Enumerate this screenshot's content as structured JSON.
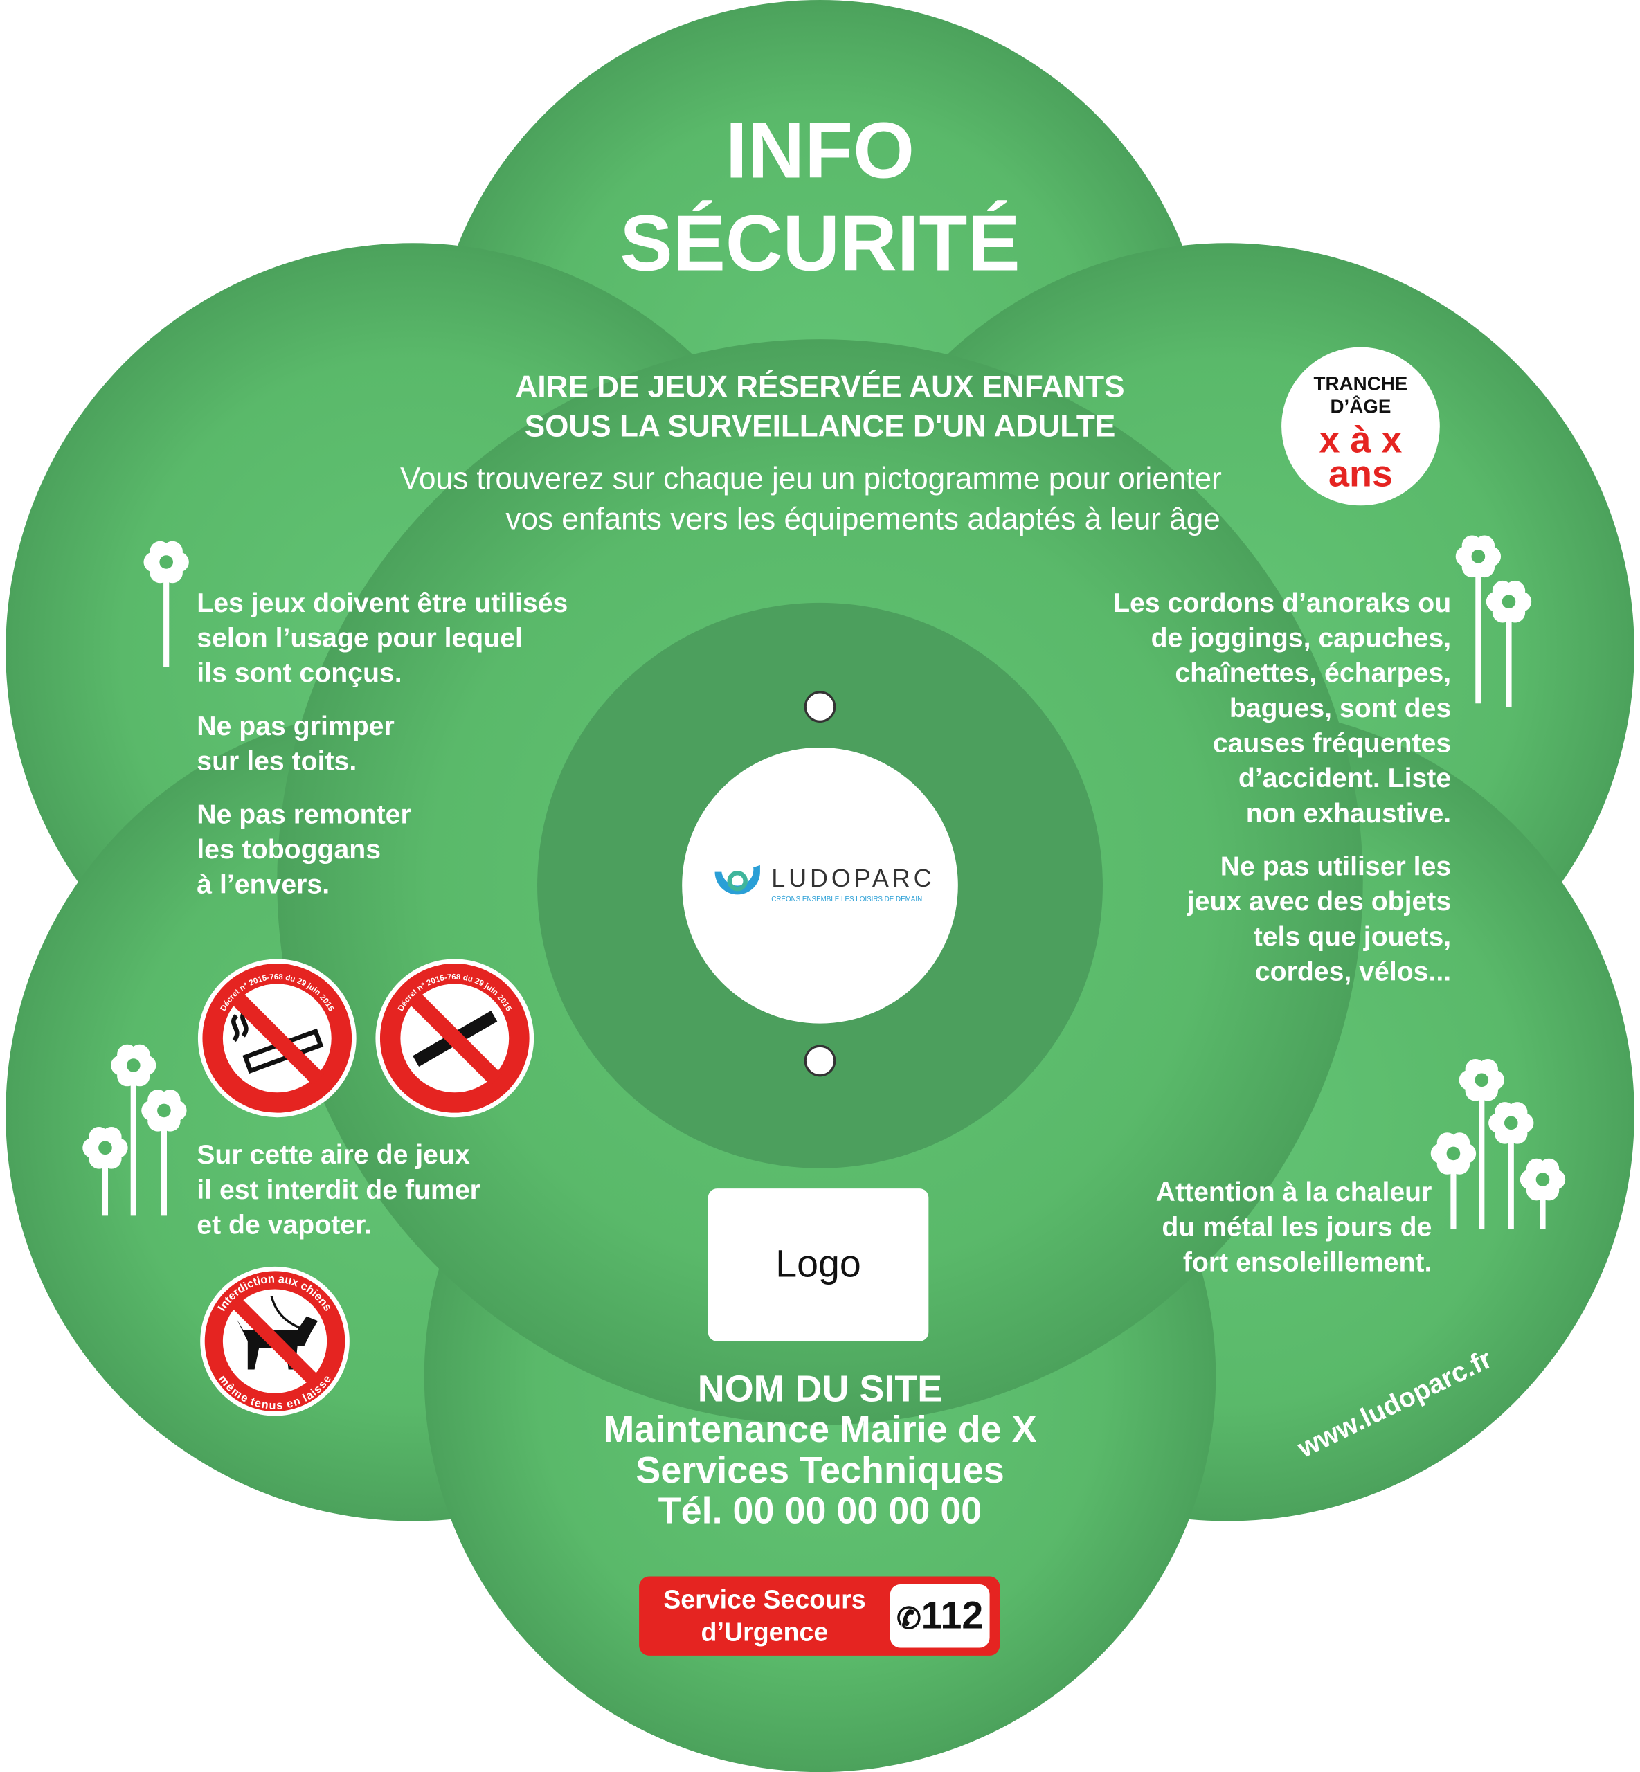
{
  "title": {
    "line1": "INFO",
    "line2": "SÉCURITÉ"
  },
  "subtitle": {
    "line1": "AIRE DE JEUX RÉSERVÉE AUX ENFANTS",
    "line2": "SOUS LA SURVEILLANCE D'UN ADULTE"
  },
  "intro": {
    "line1": "Vous  trouverez  sur chaque jeu un pictogramme pour orienter",
    "line2": "vos enfants vers les équipements adaptés à leur âge"
  },
  "age_badge": {
    "label1": "TRANCHE",
    "label2": "D’ÂGE",
    "value1": "x à x",
    "value2": "ans"
  },
  "left_rules": [
    [
      "Les jeux doivent être utilisés",
      "selon l’usage pour lequel",
      "ils sont conçus."
    ],
    [
      "Ne pas grimper",
      "sur les toits."
    ],
    [
      "Ne pas remonter",
      "les toboggans",
      "à l’envers."
    ]
  ],
  "smoking_rule": [
    "Sur cette aire de jeux",
    "il est interdit de fumer",
    "et de vapoter."
  ],
  "right_rules": [
    [
      "Les cordons d’anoraks ou",
      "de joggings, capuches,",
      "chaînettes, écharpes,",
      "bagues, sont des",
      "causes fréquentes",
      "d’accident. Liste",
      "non exhaustive."
    ],
    [
      "Ne pas utiliser les",
      "jeux avec des objets",
      "tels que jouets,",
      "cordes, vélos..."
    ]
  ],
  "heat_rule": [
    "Attention à la chaleur",
    "du métal les jours de",
    "fort ensoleillement."
  ],
  "signs": {
    "no_smoking": "Décret n° 2015-768 du 29 juin 2015",
    "no_vaping": "Décret n° 2015-768 du 29 juin 2015",
    "no_dogs_top": "Interdiction aux chiens",
    "no_dogs_bottom": "même tenus en laisse"
  },
  "brand": {
    "name": "LUDOPARC",
    "tagline": "CRÉONS ENSEMBLE LES LOISIRS DE DEMAIN"
  },
  "logo_placeholder": "Logo",
  "site": {
    "name": "NOM DU SITE",
    "maintenance": "Maintenance Mairie de X",
    "services": "Services Techniques",
    "phone": "Tél. 00 00 00 00 00"
  },
  "emergency": {
    "label1": "Service Secours",
    "label2": "d’Urgence",
    "number": "112",
    "icon": "phone-icon"
  },
  "website": "www.ludoparc.fr",
  "colors": {
    "green": "#5cbb6c",
    "green_dark": "#4a9e5b",
    "ring": "#4c9f5d",
    "red": "#e52421",
    "brand_blue": "#2a9fd6",
    "brand_teal": "#3fb59b"
  }
}
